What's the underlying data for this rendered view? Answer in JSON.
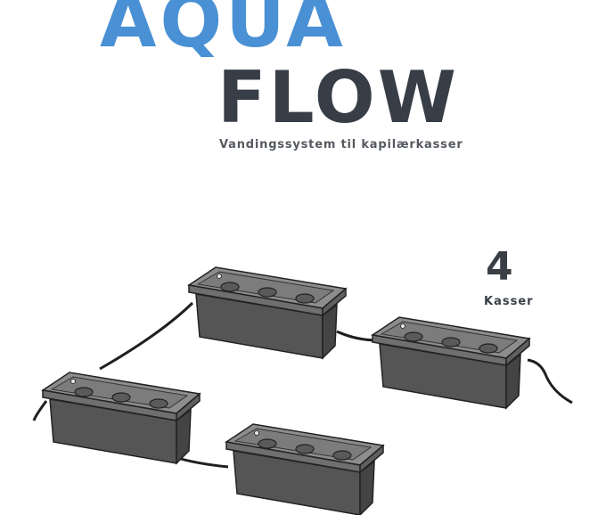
{
  "brand": {
    "line1": "AQUA",
    "line2": "FLOW",
    "tagline": "Vandingssystem til kapilærkasser",
    "colors": {
      "aqua": "#4a90d4",
      "flow": "#383e48"
    }
  },
  "count": {
    "value": "4",
    "label": "Kasser"
  },
  "illustration": {
    "boxes": 4,
    "holes_per_box": 3
  }
}
